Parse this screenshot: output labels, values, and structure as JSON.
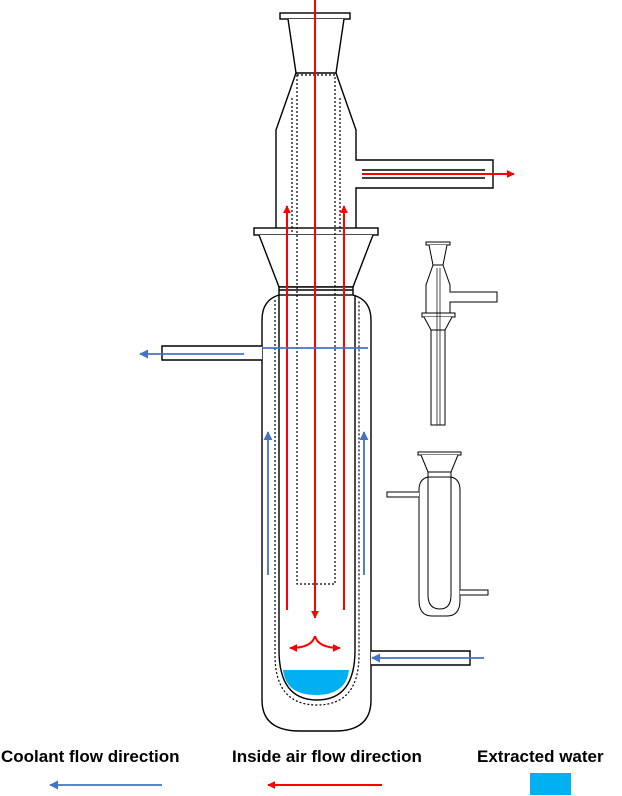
{
  "legend": {
    "coolant_label": "Coolant flow direction",
    "air_label": "Inside air flow direction",
    "water_label": "Extracted water"
  },
  "colors": {
    "coolant": "#4472C4",
    "air": "#FF0000",
    "water": "#00B0F0",
    "glass_outline": "#000000"
  },
  "icons": {
    "coolant_arrow": "arrow-left-icon",
    "air_arrow": "arrow-left-icon",
    "water_swatch": "square-swatch-icon"
  }
}
